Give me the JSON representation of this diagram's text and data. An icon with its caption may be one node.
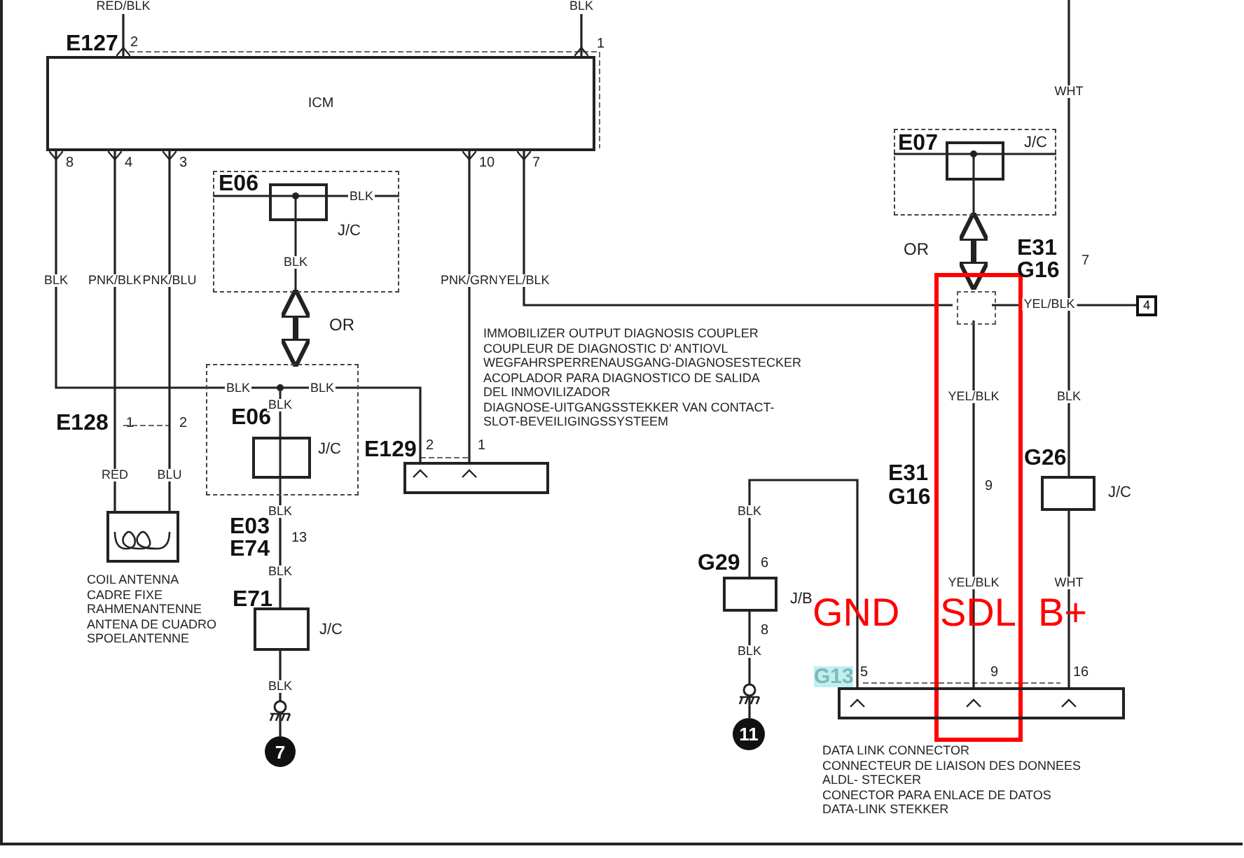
{
  "diagram": {
    "nodes": [
      {
        "text": [
          "ICM"
        ],
        "beside": [
          "E127"
        ]
      },
      {
        "text": [
          "E06",
          "J/C"
        ]
      },
      {
        "text": [
          "E06",
          "J/C"
        ]
      },
      {
        "text": [],
        "shape": "box",
        "beside": [
          "COIL ANTENNA",
          "CADRE FIXE",
          "RAHMENANTENNE",
          "ANTENA DE CUADRO",
          "SPOELANTENNE"
        ]
      },
      {
        "text": [],
        "shape": "box",
        "beside": [
          "E71",
          "J/C"
        ]
      },
      {
        "text": [
          "7"
        ]
      },
      {
        "text": [],
        "shape": "box",
        "beside": [
          "E129",
          "IMMOBILIZER OUTPUT DIAGNOSIS COUPLER",
          "COUPLEUR DE DIAGNOSTIC D' ANTIOVL",
          "WEGFAHRSPERRENAUSGANG-DIAGNOSESTECKER",
          "ACOPLADOR PARA DIAGNOSTICO DE SALIDA",
          "DEL INMOVILIZADOR",
          "DIAGNOSE-UITGANGSSTEKKER VAN CONTACT-",
          "SLOT-BEVEILIGINGSSYSTEEM"
        ]
      },
      {
        "text": [
          "E07",
          "J/C"
        ]
      },
      {
        "text": [],
        "shape": "box"
      },
      {
        "text": [],
        "shape": "box",
        "in": 8
      },
      {
        "text": [
          "4"
        ]
      },
      {
        "text": [],
        "shape": "box",
        "beside": [
          "G26",
          "J/C"
        ]
      },
      {
        "text": [],
        "shape": "box",
        "beside": [
          "G29",
          "J/B"
        ]
      },
      {
        "text": [
          "11"
        ]
      },
      {
        "text": [],
        "shape": "box",
        "beside": [
          "G13",
          "DATA LINK CONNECTOR",
          "CONNECTEUR DE LIAISON DES DONNEES",
          "ALDL- STECKER",
          "CONECTOR PARA ENLACE DE DATOS",
          "DATA-LINK STEKKER"
        ]
      },
      {
        "text": [
          "RED/BLK"
        ]
      },
      {
        "text": [
          "BLK"
        ]
      }
    ],
    "edges": [
      {
        "from": 15,
        "to": 0,
        "arrow": "other"
      },
      {
        "from": 16,
        "to": 0,
        "arrow": "other"
      },
      {
        "from": 2,
        "to": 0,
        "arrow": "other"
      },
      {
        "from": 2,
        "to": 6,
        "arrow": "none"
      },
      {
        "from": 3,
        "to": 0,
        "arrow": "other"
      },
      {
        "from": 3,
        "to": 0,
        "arrow": "other"
      },
      {
        "from": 1,
        "to": 2,
        "arrow": "both",
        "style": "thick"
      },
      {
        "from": 2,
        "to": 4,
        "arrow": "none"
      },
      {
        "from": 4,
        "to": 5,
        "arrow": "none"
      },
      {
        "from": 6,
        "to": 0,
        "arrow": "other"
      },
      {
        "from": 9,
        "to": 0,
        "arrow": "other"
      },
      {
        "from": 9,
        "to": 10,
        "arrow": "none"
      },
      {
        "from": 7,
        "to": 9,
        "arrow": "both",
        "style": "thick"
      },
      {
        "from": 9,
        "to": 14,
        "arrow": "none"
      },
      {
        "from": null,
        "to": 11,
        "arrow": "none"
      },
      {
        "from": 11,
        "to": 14,
        "arrow": "none"
      },
      {
        "from": 12,
        "to": 13,
        "arrow": "none"
      },
      {
        "from": 12,
        "to": 14,
        "arrow": "none"
      }
    ],
    "labels": [
      "2",
      "1",
      "8",
      "4",
      "3",
      "10",
      "7",
      "BLK",
      "PNK/BLK",
      "PNK/BLU",
      "PNK/GRN",
      "YEL/BLK",
      "BLK",
      "BLK",
      "OR",
      "BLK",
      "BLK",
      "BLK",
      "E128",
      "1",
      "2",
      "RED",
      "BLU",
      "2",
      "1",
      "BLK",
      "E03",
      "E74",
      "13",
      "BLK",
      "BLK",
      "WHT",
      "OR",
      "E31",
      "G16",
      "7",
      "YEL/BLK",
      "YEL/BLK",
      "BLK",
      "E31",
      "G16",
      "9",
      "BLK",
      "6",
      "8",
      "BLK",
      "YEL/BLK",
      "WHT",
      "GND",
      "SDL",
      "B+",
      "5",
      "9",
      "16"
    ]
  }
}
